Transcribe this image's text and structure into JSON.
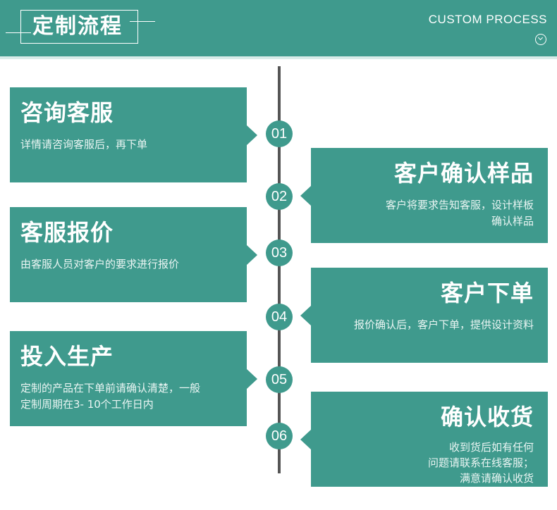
{
  "header": {
    "title": "定制流程",
    "subtitle": "CUSTOM PROCESS",
    "scroll_icon": "chevron-down-circle-icon"
  },
  "colors": {
    "teal": "#3f9a8d",
    "timeline": "#555555",
    "white": "#ffffff"
  },
  "steps": [
    {
      "num": "01",
      "title": "咨询客服",
      "desc": "详情请咨询客服后，再下单"
    },
    {
      "num": "02",
      "title": "客户确认样品",
      "desc": "客户将要求告知客服，设计样板\n确认样品"
    },
    {
      "num": "03",
      "title": "客服报价",
      "desc": "由客服人员对客户的要求进行报价"
    },
    {
      "num": "04",
      "title": "客户下单",
      "desc": "报价确认后，客户下单，提供设计资料"
    },
    {
      "num": "05",
      "title": "投入生产",
      "desc": "定制的产品在下单前请确认清楚，一般\n定制周期在3- 10个工作日内"
    },
    {
      "num": "06",
      "title": "确认收货",
      "desc": "收到货后如有任何\n问题请联系在线客服；\n满意请确认收货"
    }
  ]
}
